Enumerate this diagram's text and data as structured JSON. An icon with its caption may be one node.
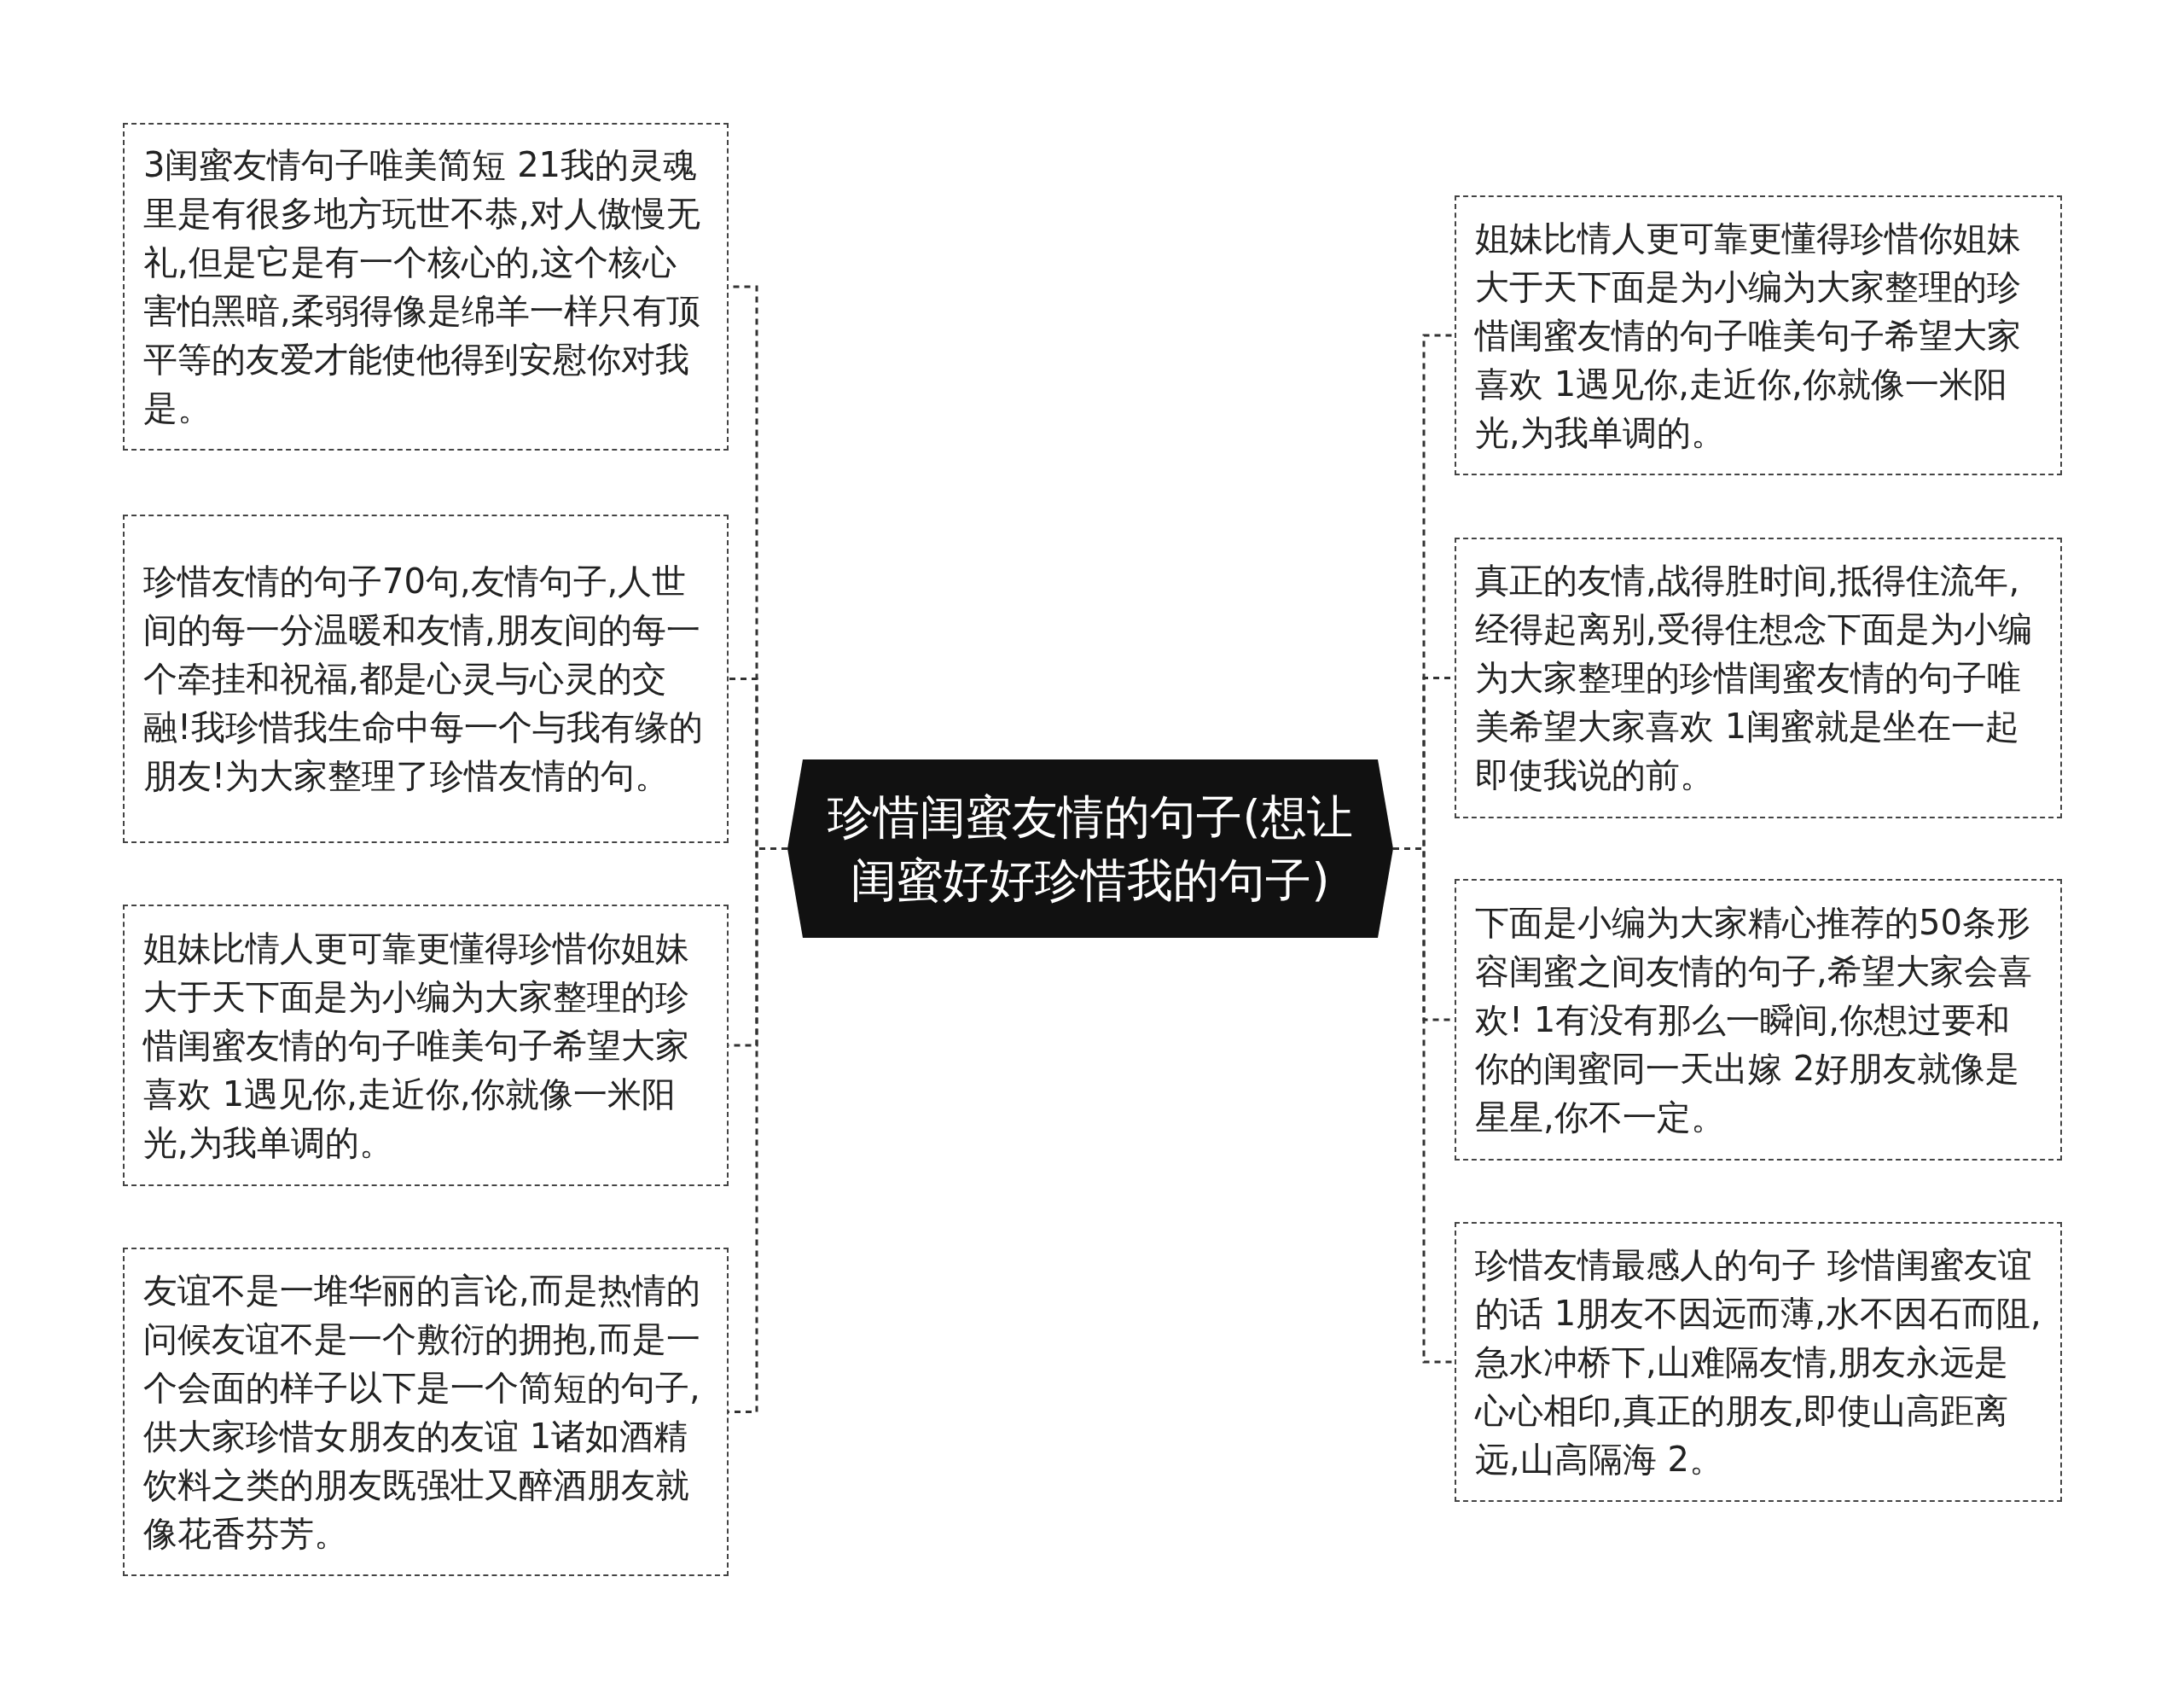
{
  "diagram": {
    "nodes": [
      {
        "text": [
          "珍惜闺蜜友情的句子(想让闺蜜好好珍惜我的句子)"
        ]
      },
      {
        "text": [
          "3闺蜜友情句子唯美简短 21我的灵魂里是有很多地方玩世不恭,对人傲慢无礼,但是它是有一个核心的,这个核心害怕黑暗,柔弱得像是绵羊一样只有顶平等的友爱才能使他得到安慰你对我是。"
        ]
      },
      {
        "text": [
          "珍惜友情的句子70句,友情句子,人世间的每一分温暖和友情,朋友间的每一个牵挂和祝福,都是心灵与心灵的交融!我珍惜我生命中每一个与我有缘的朋友!为大家整理了珍惜友情的句。"
        ]
      },
      {
        "text": [
          "姐妹比情人更可靠更懂得珍惜你姐妹大于天下面是为小编为大家整理的珍惜闺蜜友情的句子唯美句子希望大家喜欢 1遇见你,走近你,你就像一米阳光,为我单调的。"
        ]
      },
      {
        "text": [
          "友谊不是一堆华丽的言论,而是热情的问候友谊不是一个敷衍的拥抱,而是一个会面的样子以下是一个简短的句子,供大家珍惜女朋友的友谊 1诸如酒精饮料之类的朋友既强壮又醉酒朋友就像花香芬芳。"
        ]
      },
      {
        "text": [
          "姐妹比情人更可靠更懂得珍惜你姐妹大于天下面是为小编为大家整理的珍惜闺蜜友情的句子唯美句子希望大家喜欢 1遇见你,走近你,你就像一米阳光,为我单调的。"
        ]
      },
      {
        "text": [
          "真正的友情,战得胜时间,抵得住流年,经得起离别,受得住想念下面是为小编为大家整理的珍惜闺蜜友情的句子唯美希望大家喜欢 1闺蜜就是坐在一起即使我说的前。"
        ]
      },
      {
        "text": [
          "下面是小编为大家精心推荐的50条形容闺蜜之间友情的句子,希望大家会喜欢! 1有没有那么一瞬间,你想过要和你的闺蜜同一天出嫁 2好朋友就像是星星,你不一定。"
        ]
      },
      {
        "text": [
          "珍惜友情最感人的句子 珍惜闺蜜友谊的话 1朋友不因远而薄,水不因石而阻,急水冲桥下,山难隔友情,朋友永远是心心相印,真正的朋友,即使山高距离远,山高隔海 2。"
        ]
      }
    ],
    "edges": [
      {
        "from": 0,
        "to": 1,
        "arrow": "none"
      },
      {
        "from": 0,
        "to": 2,
        "arrow": "none"
      },
      {
        "from": 0,
        "to": 3,
        "arrow": "none"
      },
      {
        "from": 0,
        "to": 4,
        "arrow": "none"
      },
      {
        "from": 0,
        "to": 5,
        "arrow": "none"
      },
      {
        "from": 0,
        "to": 6,
        "arrow": "none"
      },
      {
        "from": 0,
        "to": 7,
        "arrow": "none"
      },
      {
        "from": 0,
        "to": 8,
        "arrow": "none"
      }
    ]
  }
}
